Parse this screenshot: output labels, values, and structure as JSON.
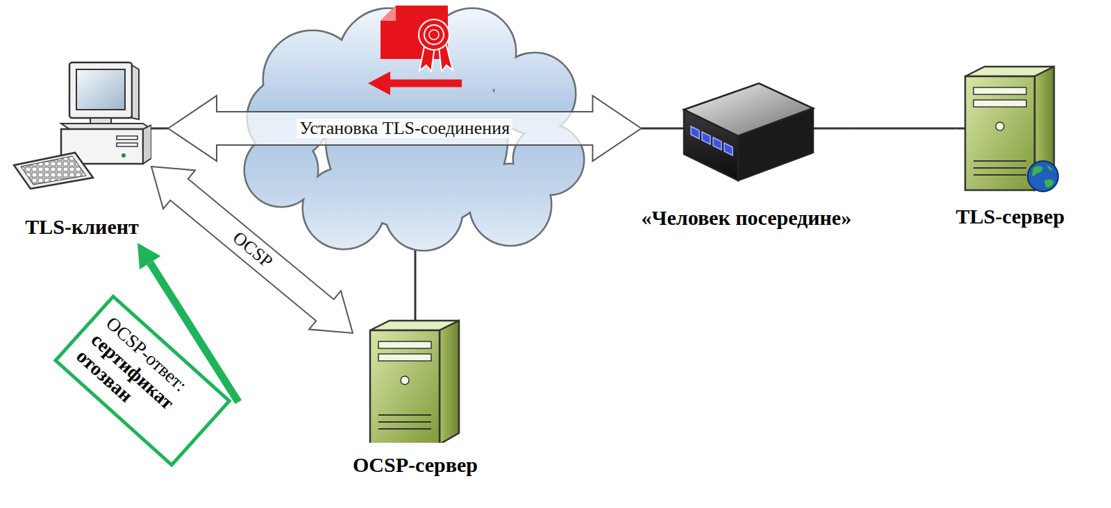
{
  "diagram": {
    "nodes": [
      {
        "text": [
          "TLS-клиент"
        ]
      },
      {
        "text": [
          "«Человек посередине»"
        ]
      },
      {
        "text": [
          "TLS-сервер"
        ]
      },
      {
        "text": [
          "OCSP-сервер"
        ]
      },
      {
        "text": [
          "OCSP-ответ:",
          "сертификат отозван"
        ]
      }
    ],
    "edges": [
      {
        "from": 0,
        "to": 1,
        "arrow": "both",
        "label": "Установка TLS-соединения"
      },
      {
        "from": 0,
        "to": 3,
        "arrow": "both",
        "label": "OCSP"
      },
      {
        "from": 1,
        "to": 2,
        "arrow": "none"
      },
      {
        "from": 4,
        "to": 0,
        "arrow": "to"
      }
    ]
  }
}
